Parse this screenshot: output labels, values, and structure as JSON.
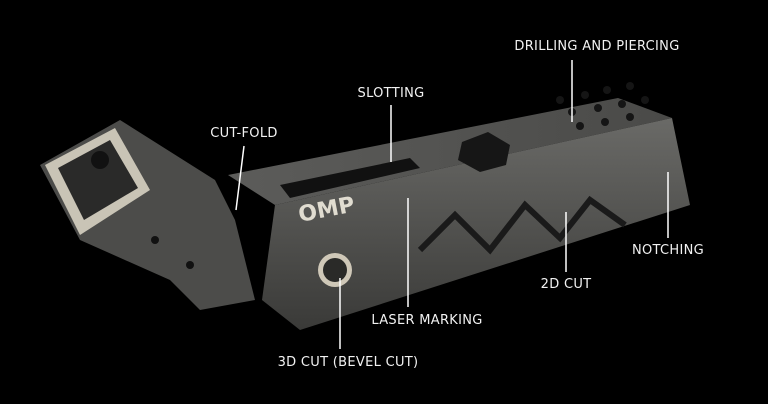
{
  "labels": {
    "drilling": "DRILLING AND PIERCING",
    "slotting": "SLOTTING",
    "cut_fold": "CUT-FOLD",
    "notching": "NOTCHING",
    "cut_2d": "2D CUT",
    "laser_marking": "LASER MARKING",
    "cut_3d": "3D CUT (BEVEL CUT)"
  },
  "logo": "OMP",
  "colors": {
    "background": "#000000",
    "metal": "#5a5a58",
    "text": "#f2f2f2"
  }
}
